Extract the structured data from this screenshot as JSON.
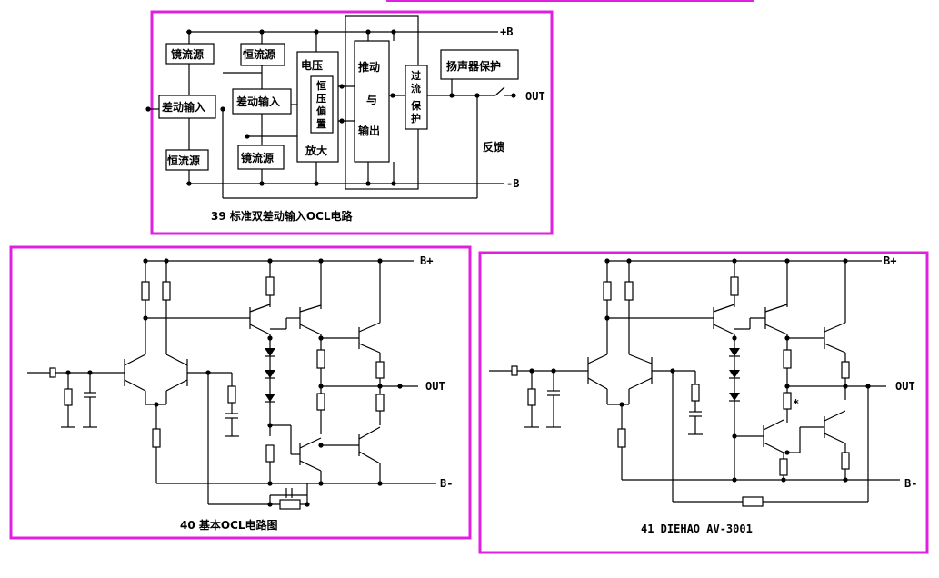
{
  "fig39": {
    "blocks": {
      "mirror_src_top": "镜流源",
      "const_src_top": "恒流源",
      "diff_in_left": "差动输入",
      "diff_in_mid": "差动输入",
      "const_src_bottom": "恒流源",
      "mirror_src_bottom": "镜流源",
      "voltage_amp_top": "电压",
      "voltage_amp_bottom": "放大",
      "bias_1": "恒",
      "bias_2": "压",
      "bias_3": "偏",
      "bias_4": "置",
      "driver_1": "推动",
      "driver_2": "与",
      "driver_3": "输出",
      "ocp_1": "过",
      "ocp_2": "流",
      "ocp_3": "保",
      "ocp_4": "护",
      "speaker_protect": "扬声器保护"
    },
    "rail_pos": "+B",
    "rail_neg": "-B",
    "out": "OUT",
    "feedback": "反馈",
    "caption": "39  标准双差动输入OCL电路"
  },
  "fig40": {
    "rail_pos": "B+",
    "rail_neg": "B-",
    "out": "OUT",
    "caption": "40  基本OCL电路图"
  },
  "fig41": {
    "rail_pos": "B+",
    "rail_neg": "B-",
    "out": "OUT",
    "star": "*",
    "caption": "41   DIEHAO  AV-3001"
  },
  "colors": {
    "frame": "#e020e0",
    "line": "#000000"
  }
}
